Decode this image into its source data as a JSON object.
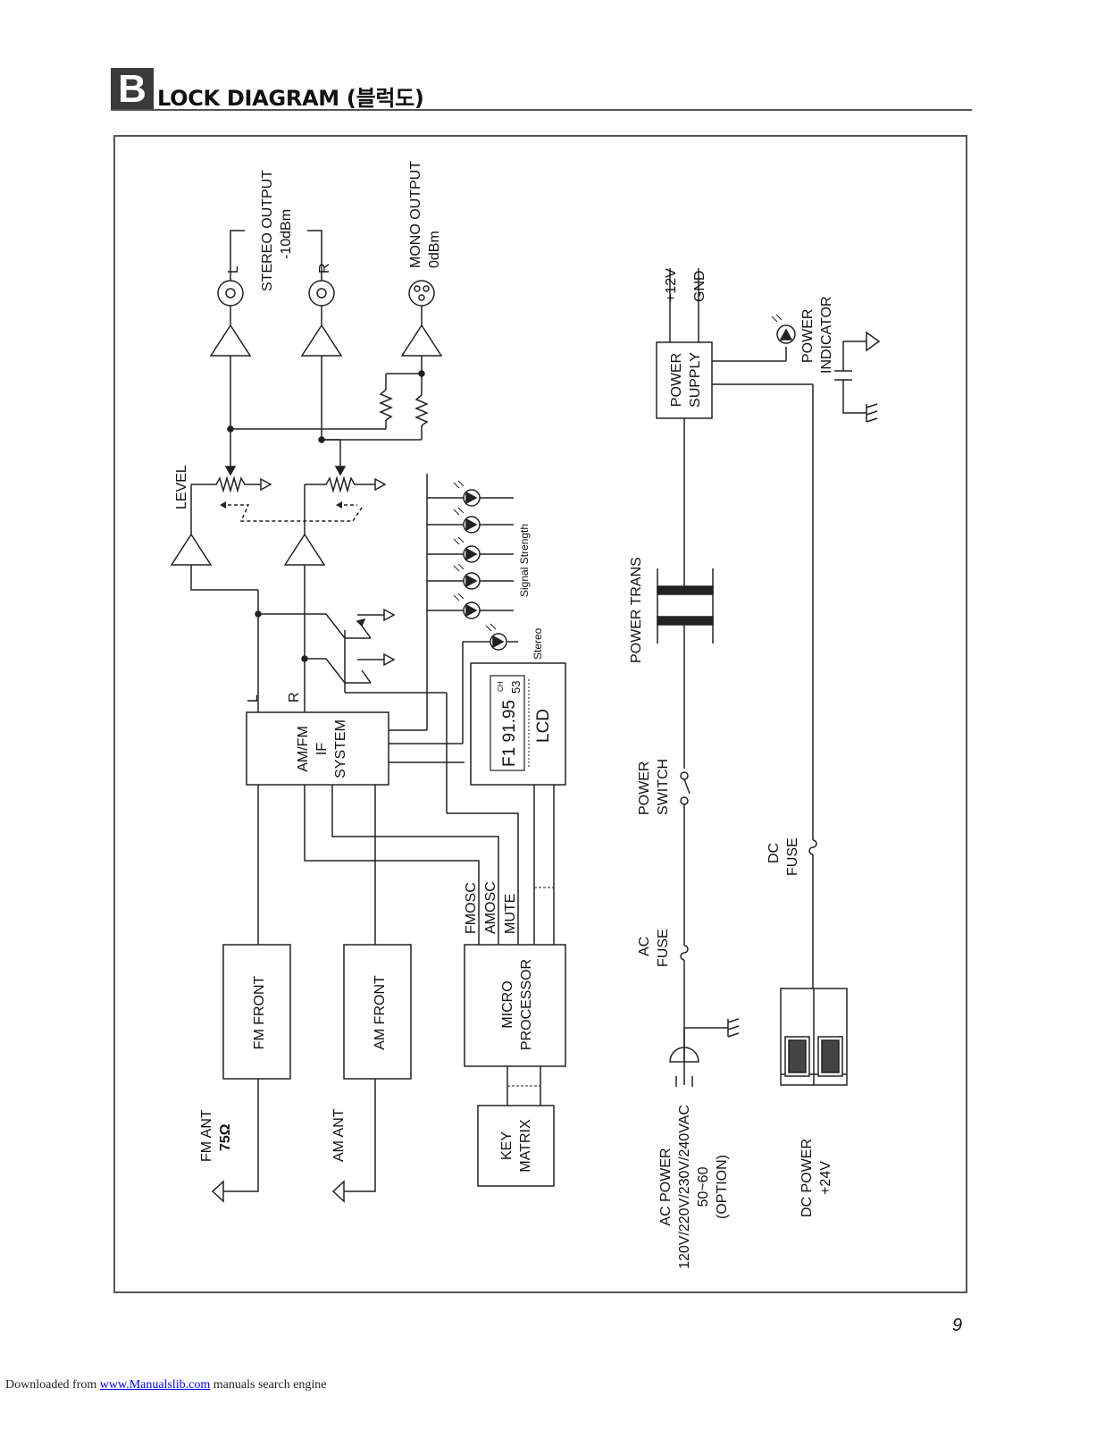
{
  "header": {
    "letter": "B",
    "title": "LOCK DIAGRAM (블럭도)"
  },
  "labels": {
    "stereo_output": "STEREO OUTPUT",
    "stereo_level": "-10dBm",
    "mono_output": "MONO OUTPUT",
    "mono_level": "0dBm",
    "left": "L",
    "right": "R",
    "level": "LEVEL",
    "signal_strength": "Signal Strength",
    "stereo": "Stereo",
    "lcd": "LCD",
    "lcd_readout": "F1 91.95",
    "lcd_ch": "CH",
    "lcd_ch_num": "53",
    "if_line1": "AM/FM",
    "if_line2": "IF",
    "if_line3": "SYSTEM",
    "if_left": "L",
    "if_right": "R",
    "fmosc": "FMOSC",
    "amosc": "AMOSC",
    "mute": "MUTE",
    "fm_front": "FM FRONT",
    "am_front": "AM FRONT",
    "micro_line1": "MICRO",
    "micro_line2": "PROCESSOR",
    "key_line1": "KEY",
    "key_line2": "MATRIX",
    "fm_ant_line1": "FM ANT",
    "fm_ant_line2": "75Ω",
    "am_ant": "AM ANT",
    "plus12v": "+12V",
    "gnd": "GND",
    "power_supply_line1": "POWER",
    "power_supply_line2": "SUPPLY",
    "power_indicator_line1": "POWER",
    "power_indicator_line2": "INDICATOR",
    "power_trans": "POWER TRANS",
    "power_switch_line1": "POWER",
    "power_switch_line2": "SWITCH",
    "dc_fuse_line1": "DC",
    "dc_fuse_line2": "FUSE",
    "ac_fuse_line1": "AC",
    "ac_fuse_line2": "FUSE",
    "ac_power_line1": "AC POWER",
    "ac_power_line2": "120V/220V/230V/240VAC",
    "ac_power_line3": "50~60",
    "ac_power_line4": "(OPTION)",
    "dc_power_line1": "DC POWER",
    "dc_power_line2": "+24V"
  },
  "page_number": "9",
  "footer": {
    "prefix": "Downloaded from ",
    "link": "www.Manualslib.com",
    "suffix": " manuals search engine"
  }
}
